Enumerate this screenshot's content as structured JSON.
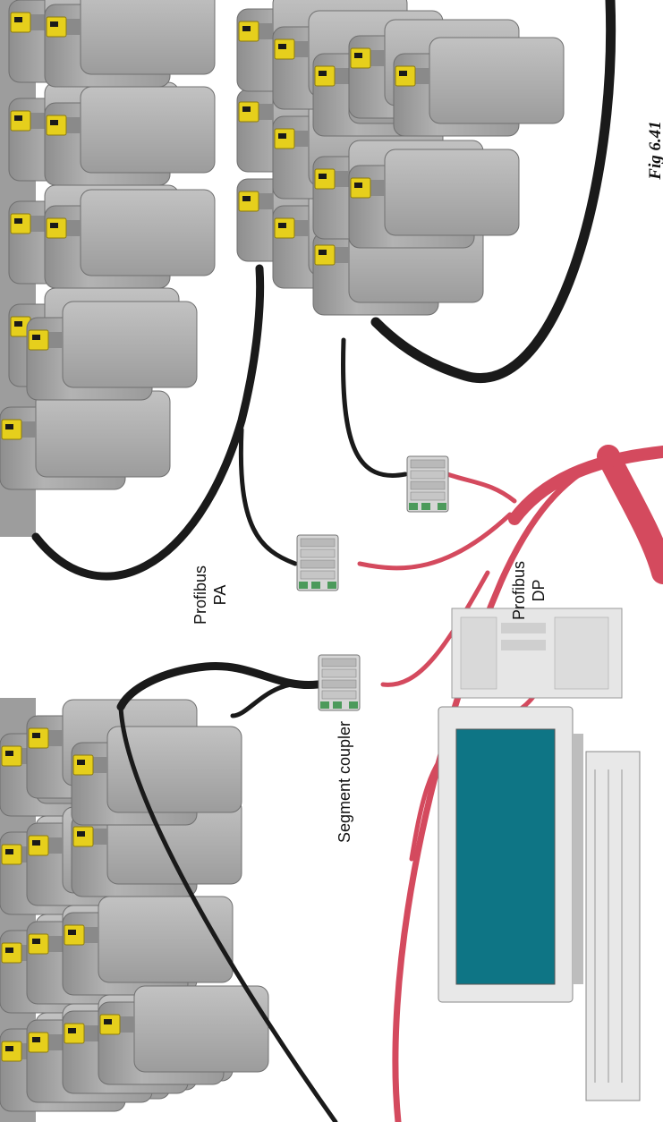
{
  "labels": {
    "segment_coupler": "Segment coupler",
    "profibus_pa_line1": "Profibus",
    "profibus_pa_line2": "PA",
    "profibus_dp_line1": "Profibus",
    "profibus_dp_line2": "DP",
    "figure": "Fig 6.41"
  },
  "colors": {
    "pa_cable": "#1a1a1a",
    "dp_cable": "#d44a5e",
    "device_body": "#a8a8a8",
    "device_connector": "#e6cf1c",
    "monitor_screen": "#0e7585",
    "computer_case": "#e4e4e4"
  }
}
